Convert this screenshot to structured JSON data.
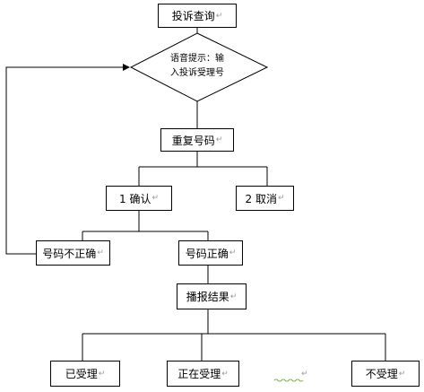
{
  "nodes": {
    "start": "投诉查询",
    "prompt_line1": "语音提示：输",
    "prompt_line2": "入投诉受理号",
    "repeat": "重复号码",
    "confirm": "1 确认",
    "cancel": "2 取消",
    "wrong": "号码不正确",
    "correct": "号码正确",
    "broadcast": "播报结果",
    "accepted": "已受理",
    "processing": "正在受理",
    "not_accepted": "不受理"
  },
  "edit_mark": "↵",
  "colors": {
    "line": "#000000",
    "mark": "#999999",
    "squiggle": "#7ab648"
  }
}
